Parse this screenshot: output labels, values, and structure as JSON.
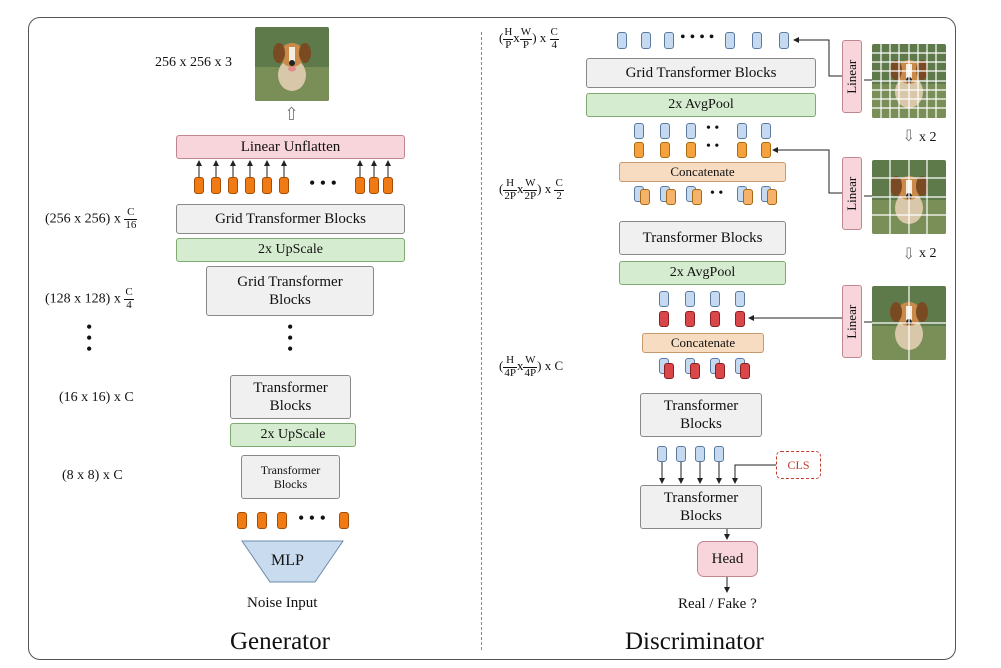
{
  "generator": {
    "title": "Generator",
    "output_size": "256 x 256 x 3",
    "linear_unflatten": "Linear Unflatten",
    "grid_tb_1": "Grid Transformer Blocks",
    "upscale_1": "2x UpScale",
    "grid_tb_2_line1": "Grid Transformer",
    "grid_tb_2_line2": "Blocks",
    "tb_1_line1": "Transformer",
    "tb_1_line2": "Blocks",
    "upscale_2": "2x UpScale",
    "tb_2_line1": "Transformer",
    "tb_2_line2": "Blocks",
    "mlp": "MLP",
    "noise_input": "Noise Input",
    "dim_256_prefix": "(256 x 256) x",
    "dim_256_num": "C",
    "dim_256_den": "16",
    "dim_128_prefix": "(128 x 128) x",
    "dim_128_num": "C",
    "dim_128_den": "4",
    "dim_16": "(16 x 16) x C",
    "dim_8": "(8 x 8) x C"
  },
  "discriminator": {
    "title": "Discriminator",
    "grid_tb": "Grid Transformer Blocks",
    "avgpool_1": "2x AvgPool",
    "concat_1": "Concatenate",
    "tb_1": "Transformer Blocks",
    "avgpool_2": "2x AvgPool",
    "concat_2": "Concatenate",
    "tb_2_line1": "Transformer",
    "tb_2_line2": "Blocks",
    "tb_3_line1": "Transformer",
    "tb_3_line2": "Blocks",
    "cls": "CLS",
    "head": "Head",
    "output": "Real / Fake ?",
    "linear": "Linear",
    "scale_1": "x 2",
    "scale_2": "x 2",
    "dim_1": {
      "h_num": "H",
      "h_den": "P",
      "x1": "x",
      "w_num": "W",
      "w_den": "P",
      "x2": "x",
      "c_num": "C",
      "c_den": "4"
    },
    "dim_2": {
      "h_num": "H",
      "h_den": "2P",
      "x1": "x",
      "w_num": "W",
      "w_den": "2P",
      "x2": "x",
      "c_num": "C",
      "c_den": "2"
    },
    "dim_3": {
      "h_num": "H",
      "h_den": "4P",
      "x1": "x",
      "w_num": "W",
      "w_den": "4P",
      "x2": "x",
      "c": "C"
    }
  },
  "colors": {
    "orange_token": "#f07a14",
    "blue_token": "#c5d9f1",
    "red_token": "#d9474a",
    "light_orange_token": "#f5b26b",
    "pink_block": "#f7d5da",
    "green_block": "#d6ecd0",
    "grey_block": "#f0f0f0",
    "peach_block": "#f7dcc2",
    "cls_red": "#c0392b"
  }
}
